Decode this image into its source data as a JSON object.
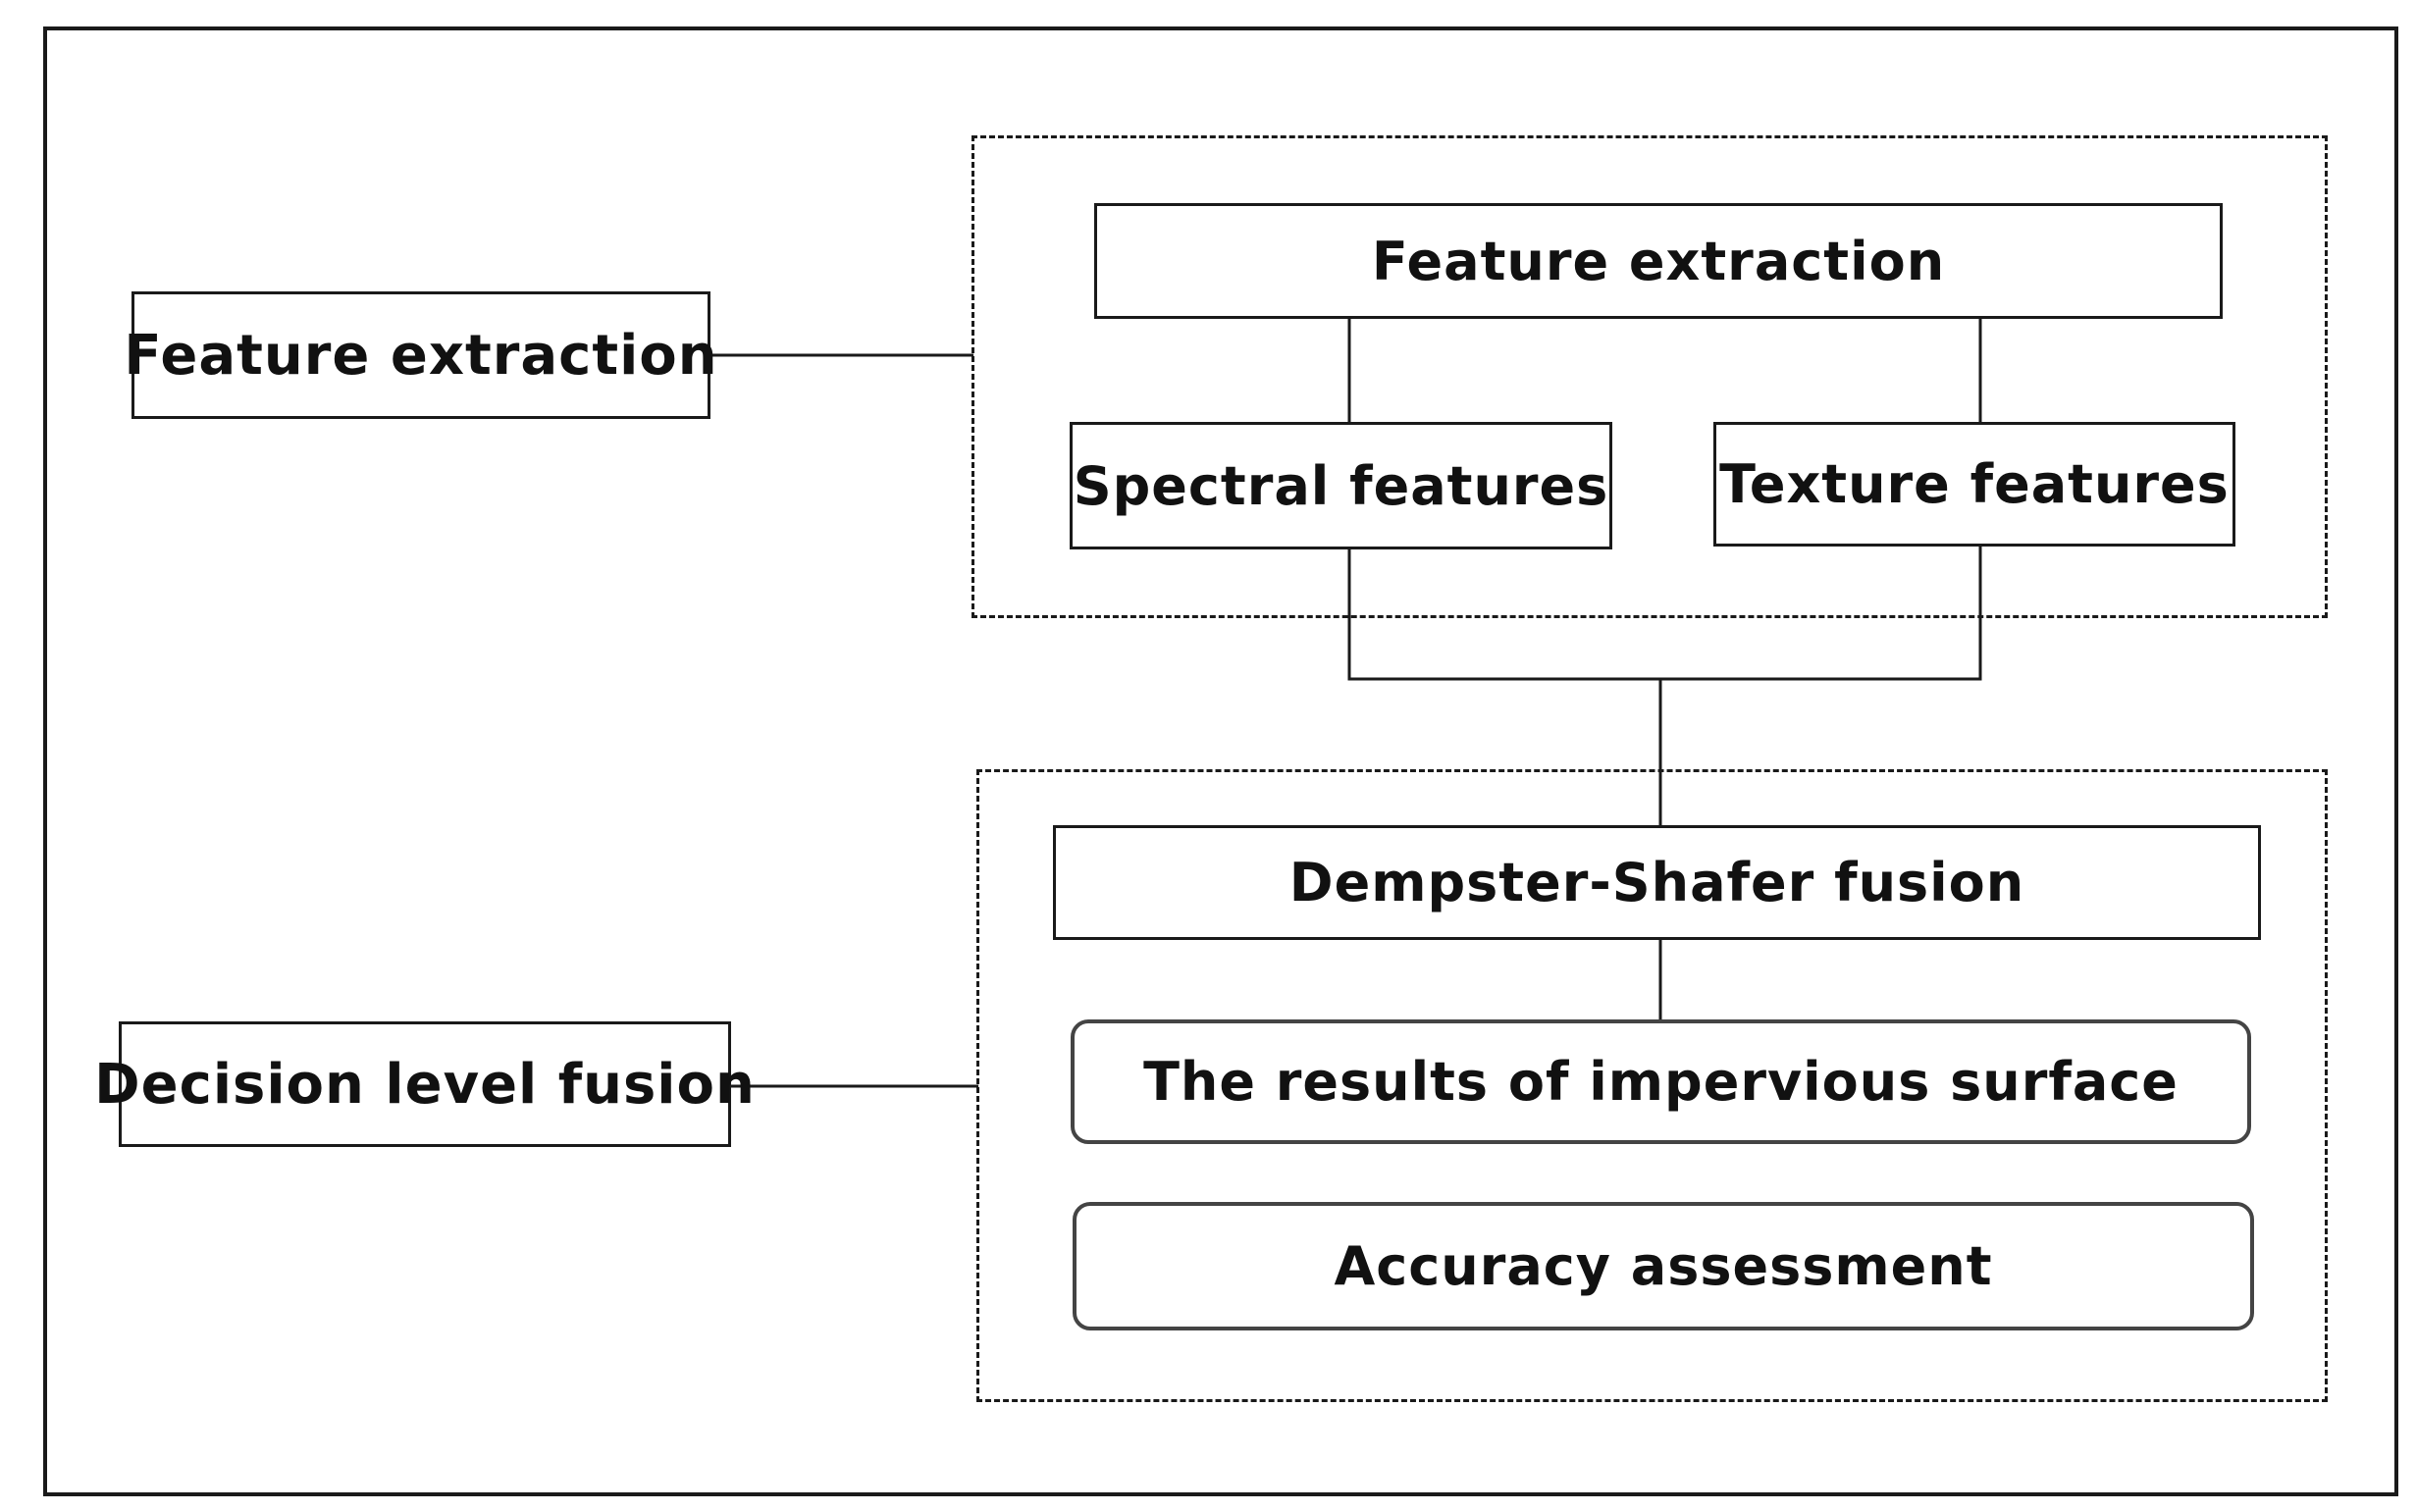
{
  "diagram": {
    "left_labels": {
      "feature_extraction": "Feature extraction",
      "decision_level_fusion": "Decision level fusion"
    },
    "feature_group": {
      "title_box": "Feature extraction",
      "spectral_box": "Spectral features",
      "texture_box": "Texture features"
    },
    "fusion_group": {
      "ds_box": "Dempster-Shafer fusion",
      "results_box": "The results of impervious surface",
      "accuracy_box": "Accuracy assessment"
    }
  }
}
